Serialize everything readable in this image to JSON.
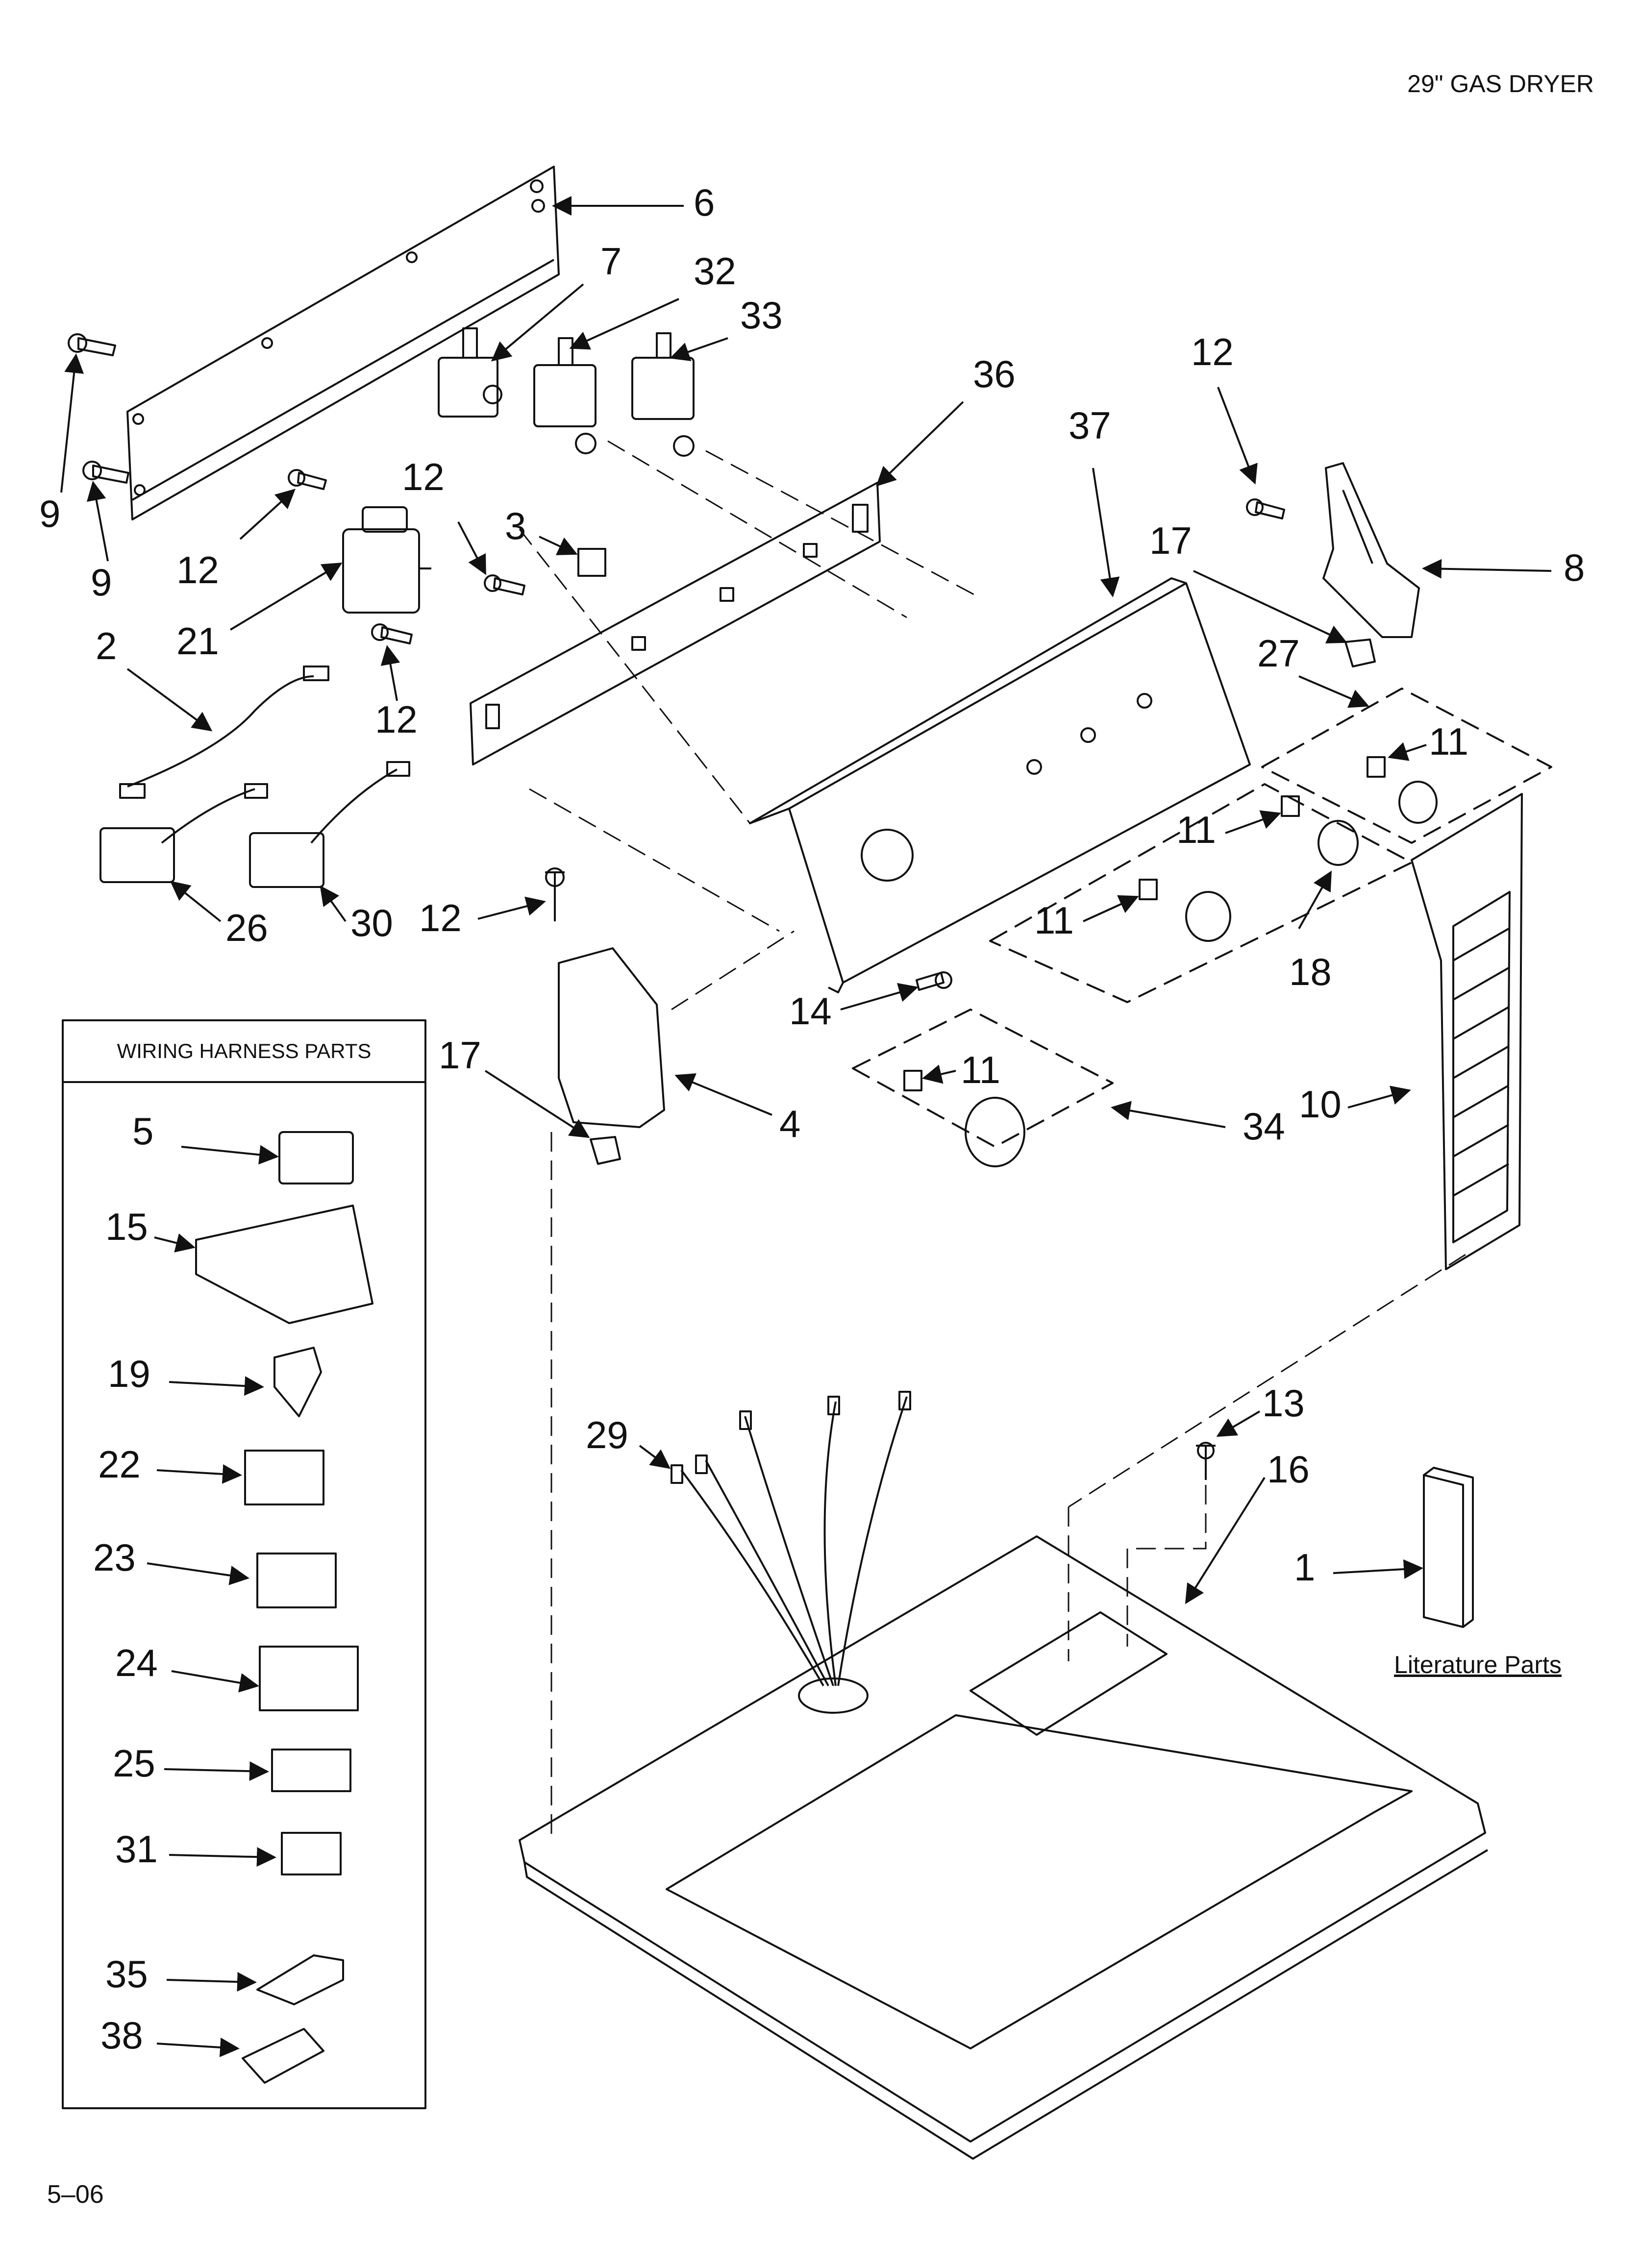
{
  "page": {
    "title": "29\" GAS DRYER",
    "footer": "5–06"
  },
  "wiring_harness": {
    "header": "WIRING HARNESS PARTS"
  },
  "literature": {
    "label": "Literature Parts"
  },
  "callouts": [
    {
      "id": "c6",
      "label": "6"
    },
    {
      "id": "c7",
      "label": "7"
    },
    {
      "id": "c32",
      "label": "32"
    },
    {
      "id": "c33",
      "label": "33"
    },
    {
      "id": "c36",
      "label": "36"
    },
    {
      "id": "c37",
      "label": "37"
    },
    {
      "id": "c12a",
      "label": "12"
    },
    {
      "id": "c8",
      "label": "8"
    },
    {
      "id": "c17a",
      "label": "17"
    },
    {
      "id": "c27",
      "label": "27"
    },
    {
      "id": "c11a",
      "label": "11"
    },
    {
      "id": "c9a",
      "label": "9"
    },
    {
      "id": "c9b",
      "label": "9"
    },
    {
      "id": "c12b",
      "label": "12"
    },
    {
      "id": "c12c",
      "label": "12"
    },
    {
      "id": "c3",
      "label": "3"
    },
    {
      "id": "c21",
      "label": "21"
    },
    {
      "id": "c2",
      "label": "2"
    },
    {
      "id": "c12d",
      "label": "12"
    },
    {
      "id": "c11b",
      "label": "11"
    },
    {
      "id": "c11c",
      "label": "11"
    },
    {
      "id": "c18",
      "label": "18"
    },
    {
      "id": "c26",
      "label": "26"
    },
    {
      "id": "c30",
      "label": "30"
    },
    {
      "id": "c12e",
      "label": "12"
    },
    {
      "id": "c14",
      "label": "14"
    },
    {
      "id": "c17b",
      "label": "17"
    },
    {
      "id": "c4",
      "label": "4"
    },
    {
      "id": "c11d",
      "label": "11"
    },
    {
      "id": "c34",
      "label": "34"
    },
    {
      "id": "c10",
      "label": "10"
    },
    {
      "id": "c5",
      "label": "5"
    },
    {
      "id": "c15",
      "label": "15"
    },
    {
      "id": "c19",
      "label": "19"
    },
    {
      "id": "c22",
      "label": "22"
    },
    {
      "id": "c23",
      "label": "23"
    },
    {
      "id": "c24",
      "label": "24"
    },
    {
      "id": "c25",
      "label": "25"
    },
    {
      "id": "c31",
      "label": "31"
    },
    {
      "id": "c35",
      "label": "35"
    },
    {
      "id": "c38",
      "label": "38"
    },
    {
      "id": "c29",
      "label": "29"
    },
    {
      "id": "c13",
      "label": "13"
    },
    {
      "id": "c16",
      "label": "16"
    },
    {
      "id": "c1",
      "label": "1"
    }
  ]
}
